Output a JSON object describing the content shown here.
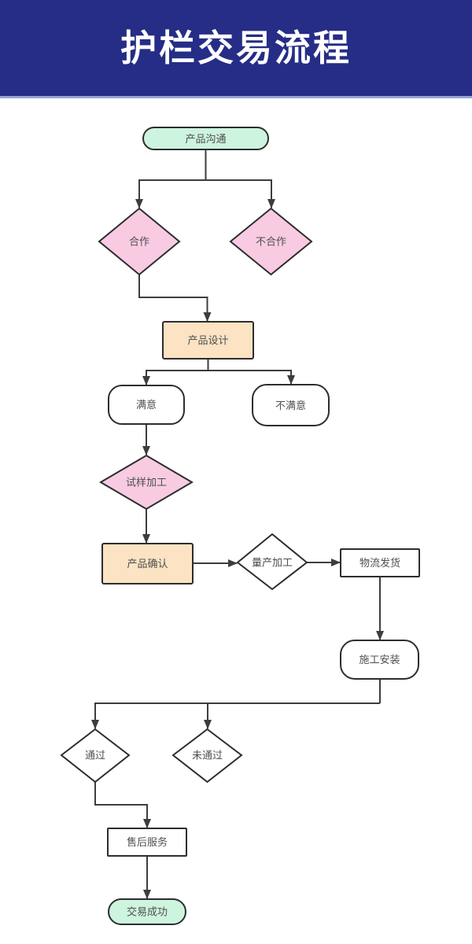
{
  "header": {
    "title": "护栏交易流程",
    "bg_color": "#252d87",
    "accent_line_color": "#99a4d6",
    "text_color": "#ffffff"
  },
  "flowchart": {
    "colors": {
      "mint": "#cdf4de",
      "pink": "#f8cbe3",
      "peach": "#fbe3c3",
      "white": "#ffffff",
      "shape_border": "#2d2d2d",
      "connector": "#3d3d3d",
      "label_text": "#4f4f4f"
    },
    "nodes": [
      {
        "id": "start",
        "label": "产品沟通",
        "shape": "pill",
        "fill": "mint"
      },
      {
        "id": "cooperate",
        "label": "合作",
        "shape": "diamond",
        "fill": "pink"
      },
      {
        "id": "no-cooperate",
        "label": "不合作",
        "shape": "diamond",
        "fill": "pink"
      },
      {
        "id": "design",
        "label": "产品设计",
        "shape": "rect",
        "fill": "peach"
      },
      {
        "id": "satisfied",
        "label": "满意",
        "shape": "rounded",
        "fill": "white"
      },
      {
        "id": "unsatisfied",
        "label": "不满意",
        "shape": "rounded",
        "fill": "white"
      },
      {
        "id": "sample-process",
        "label": "试样加工",
        "shape": "diamond",
        "fill": "pink"
      },
      {
        "id": "confirm",
        "label": "产品确认",
        "shape": "rect",
        "fill": "peach"
      },
      {
        "id": "mass-production",
        "label": "量产加工",
        "shape": "diamond",
        "fill": "white"
      },
      {
        "id": "shipping",
        "label": "物流发货",
        "shape": "rect",
        "fill": "white"
      },
      {
        "id": "installation",
        "label": "施工安装",
        "shape": "rounded",
        "fill": "white"
      },
      {
        "id": "pass",
        "label": "通过",
        "shape": "diamond",
        "fill": "white"
      },
      {
        "id": "fail",
        "label": "未通过",
        "shape": "diamond",
        "fill": "white"
      },
      {
        "id": "after-sales",
        "label": "售后服务",
        "shape": "rect",
        "fill": "white"
      },
      {
        "id": "success",
        "label": "交易成功",
        "shape": "pill",
        "fill": "mint"
      }
    ],
    "edges": [
      {
        "from": "start",
        "to": "cooperate"
      },
      {
        "from": "start",
        "to": "no-cooperate"
      },
      {
        "from": "cooperate",
        "to": "design"
      },
      {
        "from": "design",
        "to": "satisfied"
      },
      {
        "from": "design",
        "to": "unsatisfied"
      },
      {
        "from": "satisfied",
        "to": "sample-process"
      },
      {
        "from": "sample-process",
        "to": "confirm"
      },
      {
        "from": "confirm",
        "to": "mass-production"
      },
      {
        "from": "mass-production",
        "to": "shipping"
      },
      {
        "from": "shipping",
        "to": "installation"
      },
      {
        "from": "installation",
        "to": "pass"
      },
      {
        "from": "installation",
        "to": "fail"
      },
      {
        "from": "pass",
        "to": "after-sales"
      },
      {
        "from": "after-sales",
        "to": "success"
      }
    ]
  }
}
